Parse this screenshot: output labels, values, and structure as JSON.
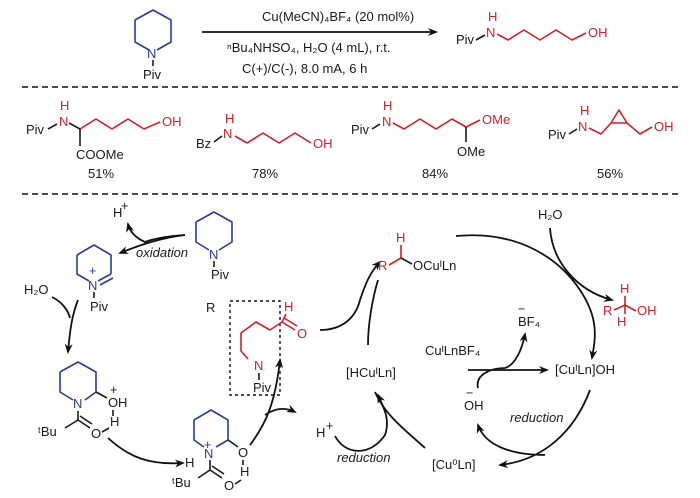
{
  "colors": {
    "substrate": "#2b3a9a",
    "product": "#d0202a",
    "text": "#1a1a1a"
  },
  "reaction": {
    "substrate_atom": "N",
    "substrate_group": "Piv",
    "conditions_top": "Cu(MeCN)₄BF₄ (20 mol%)",
    "conditions_line2": "ⁿBu₄NHSO₄, H₂O (4 mL), r.t.",
    "conditions_line3": "C(+)/C(-), 8.0 mA, 6 h",
    "product_group": "Piv",
    "product_nh_h": "H",
    "product_nh_n": "N",
    "product_oh": "OH"
  },
  "examples": [
    {
      "group": "Piv",
      "h": "H",
      "n": "N",
      "oh": "OH",
      "sub": "COOMe",
      "yield": "51%"
    },
    {
      "group": "Bz",
      "h": "H",
      "n": "N",
      "oh": "OH",
      "yield": "78%"
    },
    {
      "group": "Piv",
      "h": "H",
      "n": "N",
      "ome1": "OMe",
      "ome2": "OMe",
      "yield": "84%"
    },
    {
      "group": "Piv",
      "h": "H",
      "n": "N",
      "oh": "OH",
      "yield": "56%"
    }
  ],
  "mechanism": {
    "proton_released": "H",
    "proton_charge": "+",
    "oxidation_label": "oxidation",
    "start_n": "N",
    "start_piv": "Piv",
    "iminium_n": "N",
    "iminium_charge": "+",
    "iminium_piv": "Piv",
    "water": "H₂O",
    "hemiaminal_n": "N",
    "hemiaminal_o": "O",
    "hemiaminal_h1": "H",
    "hemiaminal_h2": "H",
    "hemiaminal_charge": "+",
    "tbu": "ᵗBu",
    "carbonyl_o": "O",
    "ts_n": "N",
    "ts_charge": "+",
    "ts_h_n": "H",
    "ts_o": "O",
    "ts_h_o": "H",
    "ts_tbu": "ᵗBu",
    "ts_carbonyl_o": "O",
    "aldehyde_r": "R",
    "aldehyde_h": "H",
    "aldehyde_o": "O",
    "aldehyde_n": "N",
    "aldehyde_piv": "Piv",
    "proton2": "H",
    "proton2_charge": "+",
    "reduction1": "reduction",
    "hydride": "[HCuᴵLn]",
    "cu0": "[Cu⁰Ln]",
    "alkoxide_r": "R",
    "alkoxide_h": "H",
    "alkoxide_ocu": "OCuᴵLn",
    "water2": "H₂O",
    "alcohol_r": "R",
    "alcohol_h1": "H",
    "alcohol_h2": "H",
    "alcohol_oh": "OH",
    "bf4": "BF₄",
    "bf4_charge": "−",
    "culnbf4": "CuᴵLnBF₄",
    "cuoh": "[CuᴵLn]OH",
    "hydroxide": "OH",
    "hydroxide_charge": "−",
    "reduction2": "reduction"
  }
}
